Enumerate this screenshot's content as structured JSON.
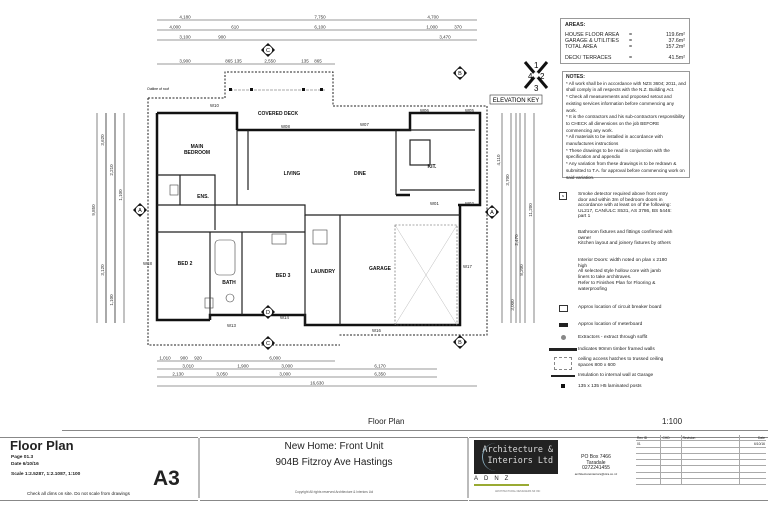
{
  "areas": {
    "heading": "AREAS:",
    "rows": [
      {
        "label": "HOUSE FLOOR AREA",
        "eq": "=",
        "value": "119.6m²"
      },
      {
        "label": "GARAGE & UTILITIES",
        "eq": "=",
        "value": "37.6m²"
      },
      {
        "label": "TOTAL AREA",
        "eq": "=",
        "value": "157.2m²"
      },
      {
        "label": "DECK/ TERRACES",
        "eq": "=",
        "value": "41.5m²"
      }
    ]
  },
  "notes": {
    "heading": "NOTES:",
    "items": [
      "* All work shall be in accordance with NZS 3604; 2011, and shall comply in all respects with the N.Z. Building Act.",
      "* Check all measurements and proposed setout and existing services information before commencing any work.",
      "* It is the contractors and his sub-contractors responsibility to CHECK all dimensions on the job BEFORE commencing any work.",
      "* All materials to be installed in accordance with manufactures instructions",
      "* These drawings to be read in conjunction with the specification and appendix",
      "* Any variation from these drawings is to be redrawn & submitted to T.A. for approval before commencing work on said variation."
    ]
  },
  "legend": {
    "smoke_symbol": "s",
    "smoke": "Smoke detector required above front entry door and within 3m of bedroom doors in accordance with at least on of the following: UL217, CAN/ULC S531, AS 3786, BS 5446: part 1",
    "bathroom": "Bathroom fixtures and fittings confirmed with owner",
    "kitchen": "Kitchen layout and joinery fixtures by others",
    "doors": "Interior Doors: width noted on plan x 2180 high",
    "doors2": "All selected style hollow core with jamb liners to take architraves.",
    "finishes": "Refer to Finishes Plan for Flooring & waterproofing",
    "breaker": "Approx location of circuit breaker board",
    "meter": "Approx location of meterboard",
    "extractor": "Extractors - extract through soffit",
    "walls": "Indicates 90mm timber framed walls",
    "ceiling": "ceiling access hatches to trussed ceiling spaces 800 x 600",
    "insulation": "Insulation to internal wall at Garage",
    "posts": "135 x 135 H5 laminated posts"
  },
  "plan": {
    "rooms": {
      "main_bedroom": "MAIN BEDROOM",
      "covered_deck": "COVERED DECK",
      "living": "LIVING",
      "dine": "DINE",
      "kitchen": "KIT.",
      "ensuite": "ENS.",
      "bed2": "BED 2",
      "bath": "BATH",
      "bed3": "BED 3",
      "laundry": "LAUNDRY",
      "garage": "GARAGE"
    },
    "windows": [
      "W10",
      "W08",
      "W07",
      "W06",
      "W05",
      "W01",
      "W02",
      "W13",
      "W14",
      "W16",
      "W17",
      "W18"
    ],
    "roof_label": "Outline of roof",
    "markers": {
      "a": "A",
      "b": "B",
      "c": "C",
      "d": "D"
    },
    "elevation_key": {
      "label": "ELEVATION KEY",
      "n": [
        "4",
        "1",
        "2",
        "3"
      ]
    },
    "dims_top": [
      [
        "4,180",
        "7,750",
        "4,700"
      ],
      [
        "4,000",
        "610",
        "6,100",
        "1,000",
        "370"
      ],
      [
        "3,100",
        "900",
        "3,470"
      ],
      [
        "3,900",
        "865",
        "135",
        "2,550",
        "135",
        "865"
      ]
    ],
    "dims_bottom": [
      [
        "1,010",
        "900",
        "920",
        "6,000"
      ],
      [
        "3,010",
        "1,900",
        "3,000",
        "6,170"
      ],
      [
        "2,130",
        "3,050",
        "3,000",
        "6,350"
      ],
      [
        "16,630"
      ]
    ],
    "dims_left": [
      "9,850",
      "3,620",
      "2,210",
      "1,100",
      "3,120",
      "1,100"
    ],
    "dims_right": [
      "11,200",
      "4,110",
      "3,700",
      "2,470",
      "8,200",
      "3,000"
    ]
  },
  "footer": {
    "plan_title": "Floor Plan",
    "scale": "1:100",
    "title": "Floor Plan",
    "page": "Page  01.3",
    "date": "Date  6/10/16",
    "scale_list": "Scale 1:2.5287, 1:2.1087, 1:100",
    "sheet": "A3",
    "check": "Check all dims on site. Do not scale from drawings",
    "project": "New Home: Front Unit",
    "address": "904B Fitzroy Ave Hastings",
    "copyright": "Copyright All rights reserved Architecture & Interiors Ltd",
    "company_line1": "Architecture &",
    "company_line2": "Interiors Ltd",
    "adnz": "ADNZ",
    "adnz_sub": "ARCHITECTURAL DESIGNERS NZ INC",
    "po": "PO Box 7466",
    "town": "Taradale",
    "phone": "0272241455",
    "email": "architectureinteriors@xtra.co.nz",
    "rev_headers": [
      "Rev ID",
      "CHD",
      "Revision",
      "Date"
    ],
    "rev_rows": [
      [
        "01",
        "",
        "",
        "6/10/16"
      ]
    ]
  }
}
